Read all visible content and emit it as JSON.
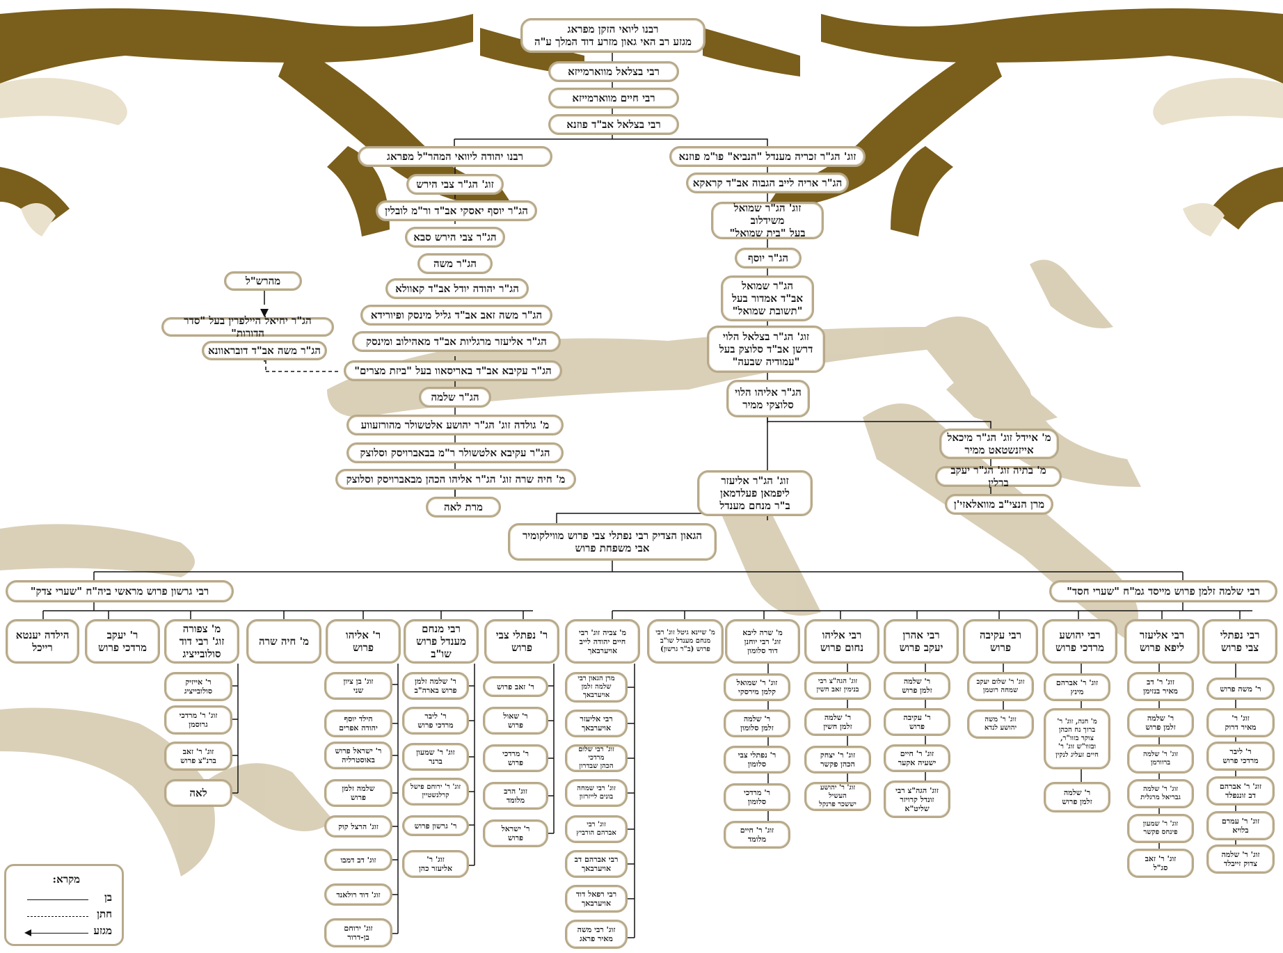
{
  "colors": {
    "branch_dark": "#7a5e1b",
    "branch_light": "#d8cdb4",
    "node_border": "#b7a98a",
    "line": "#111111"
  },
  "legend": {
    "title": "מקרא:",
    "son": "בן",
    "son_in_law": "חתן",
    "descent": "מגזע"
  },
  "nodes": {
    "n1": "רבנו ליואי הזקן מפראג\nמגזע רב האי גאון מזרע דוד המלך ע\"ה",
    "n2": "רבי בצלאל מווארמייזא",
    "n3": "רבי חיים מווארמייזא",
    "n4": "רבי בצלאל אב\"ד פוזנא",
    "l1": "רבנו יהודה ליוואי המהר\"ל מפראג",
    "l2": "זוג' הג\"ר צבי הירש",
    "l3": "הג\"ר יוסף יאסקי אב\"ד ור\"מ לובלין",
    "l4": "הג\"ר צבי הירש סבא",
    "l5": "הג\"ר משה",
    "l6": "הג\"ר יהודה יודל אב\"ד קאוולא",
    "l7": "הג\"ר משה זאב אב\"ד גליל מינסק ופיורידא",
    "l8": "הג\"ר אליעזר מרגליות אב\"ד מאהילוב ומינסק",
    "l9": "הג\"ר עקיבא אב\"ד באריסאוו בעל \"ביזת מצרים\"",
    "l10": "הג\"ר שלמה",
    "l11": "מ' גולדה זוג' הג\"ר יהושע אלטשולר מהורזעווע",
    "l12": "הג\"ר עקיבא אלטשולר ר\"מ בבאברויסק וסלוצק",
    "l13": "מ' חיה שרה זוג' הג\"ר אליהו הכהן מבאברויסק וסלוצק",
    "l14": "מרת לאה",
    "m1": "מהרש\"ל",
    "m2": "הג\"ר יחיאל היילפרין בעל \"סדר הדורות\"",
    "m3": "הג\"ר משה אב\"ד דובראוונא",
    "r1": "זוג' הג\"ר זכריה מענדל \"הנביא\" פו\"מ פוזנא",
    "r2": "הג\"ר אריה לייב הגבוה אב\"ד קראקא",
    "r3": "זוג' הג\"ר שמואל משידלוב\nבעל \"בית שמואל\"",
    "r4": "הג\"ר יוסף",
    "r5": "הג\"ר שמואל\nאב\"ד אמדור בעל\n\"תשובת שמואל\"",
    "r6": "זוג' הג\"ר בצלאל הלוי\nדרשן אב\"ד סלוצק בעל\n\"עמודיה שבעה\"",
    "r7": "הג\"ר אליהו הלוי\nסלוצקי ממיר",
    "r8": "זוג' הג\"ר אליעזר\nליפמאן פעלדמאן\nב\"ר מנחם מענדל",
    "e1": "מ' איידל זוג' הג\"ר מיכאל\nאייזנשטאט ממיר",
    "e2": "מ' בתיה זוג' הג\"ר יעקב ברלין",
    "e3": "מרן הנצי\"ב מוואלאזי'ן",
    "c1": "הגאון הצדיק רבי נפתלי צבי פרוש מווילקומיר\nאבי משפחת פרוש",
    "g1": "רבי גרשון פרוש מראשי ביה\"ח \"שערי צדק\"",
    "g2": "רבי שלמה זלמן פרוש מייסד גמ\"ח \"שערי חסד\"",
    "a1": "הילדה יענטא\nרייכל",
    "a2": "ר' יעקב\nמרדכי פרוש",
    "a3": "מ' צפורה\nזוג' רבי דוד\nסולובייציג",
    "a4": "מ' חיה שרה",
    "a5": "ר' אליהו\nפרוש",
    "a6": "רבי מנחם\nמענדל פרוש\nשו\"ב",
    "a7": "ר' נפתלי צבי\nפרוש",
    "a8": "מ' צביה זוג' רבי\nחיים יהודה לייב\nאויערבאך",
    "a9": "מ' שיינא גיטל זוג' רבי\nמנחם מענדל שו\"ב\nפרוש (ב\"ר גרשון)",
    "a10": "מ' שרה ליבא\nזוג' רבי יוחנן\nדוד סלומון",
    "a11": "רבי אליהו\nנחום פרוש",
    "a12": "רבי אהרן\nיעקב פרוש",
    "a13": "רבי עקיבה\nפרוש",
    "a14": "רבי יהושע\nמרדכי פרוש",
    "a15": "רבי אליעזר\nליפא פרוש",
    "a16": "רבי נפתלי\nצבי פרוש",
    "b1": "ר' אייזיק\nסולובייציג",
    "b2": "זוג' ר' מרדכי\nגרוסמן",
    "b3": "זוג' ר' זאב\nברנ\"צ פרוש",
    "b4": "לאה",
    "d1": "זוג' בן ציון\nשני",
    "d2": "הילד יוסף\nיהודה אפרים",
    "d3": "ר' ישראל פרוש\nבאוסטרליה",
    "d4": "שלמה זלמן\nפרוש",
    "d5": "זוג' הרצל קוק",
    "d6": "זוג' דב דמבו",
    "d7": "זוג' דוד רולאנד",
    "d8": "זוג' ירוחם\nבן-דרור",
    "f1": "ר' שלמה זלמן\nפרוש בארה\"ב",
    "f2": "ר' ליבר\nמרדכי פרוש",
    "f3": "זוג' ר' שמעון\nברנר",
    "f4": "זוג' ר' ירוחם פישל\nקרלנשטיין",
    "f5": "ר' גרשון פרוש",
    "f6": "זוג' ר'\nאליעזר כהן",
    "h1": "ר' זאב פרוש",
    "h2": "ר' שאול\nפרוש",
    "h3": "ר' מרדכי\nפרוש",
    "h4": "זוג' הרב\nמלומד",
    "h5": "ר' ישראל\nפרוש",
    "i1": "מרן הגאון רבי\nשלמה זלמן\nאויערבאך",
    "i2": "רבי אליעזר\nאויערבאך",
    "i3": "זוג' רבי שלום מרדכי\nהכהן שבדרון",
    "i4": "זוג' רבי שמחה\nבונים לייזרזון",
    "i5": "זוג' רבי\nאברהם הורביץ",
    "i6": "רבי אברהם דב\nאויערבאך",
    "i7": "רבי רפאל דוד\nאויערבאך",
    "i8": "זוג' רבי משה\nמאיר פראג",
    "j1": "זוג' ר' שמואל\nקלמן מירסקי",
    "j2": "ר' שלמה\nזלמן סלומון",
    "j3": "ר' נפתלי צבי\nסלומון",
    "j4": "ר' מרדכי\nסלומון",
    "j5": "זוג' ר' חיים\nמלומד",
    "k1": "זוג' הגה\"צ רבי\nבנימין זאב חשין",
    "k2": "ר' שלמה\nזלמן חשין",
    "k3": "זוג' ר' יצחק\nהכהן פקשר",
    "k4": "זוג' ר' יהושע העשיל\nיששכר פרנקל",
    "o1": "ר' שלמה\nזלמן פרוש",
    "o2": "ר' עקיבה\nפרוש",
    "o3": "זוג' ר' חיים\nישעיה אקער",
    "o4": "זוג' הגה\"צ רבי\nזונדל קרויזר\nשליט\"א",
    "p1": "זוג' ר' שלום יעקב\nשמחה רוטמן",
    "p2": "זוג' ר' משה\nיהושע לנדא",
    "q1": "זוג' ר' אברהם\nמינץ",
    "q2": "מ' חנה, זוג' ר'\nברוך נח הכהן\nצוקר בזוו\"ר,\nובזוו\"ש זוג' ר'\nחיים זעליג לנקין",
    "q3": "ר' שלמה\nזלמן פרוש",
    "s1": "זוג' ר' דב\nמאיר בנזימן",
    "s2": "ר' שלמה\nזלמן פרוש",
    "s3": "זוג' ר' שלמה\nברוורמן",
    "s4": "זוג' ר' שלמה\nגבריאל מרגלית",
    "s5": "זוג' ר' שמעון\nפינחס פקשר",
    "s6": "זוג' ר' זאב\nסג\"ל",
    "t1": "ר' משה פרוש",
    "t2": "זוג' ר'\nמאיר דרוק",
    "t3": "ר' ליבר\nמרדכי פרוש",
    "t4": "זוג' ר' אברהם\nדב זוננפלד",
    "t5": "זוג' ר' עמרם\nבלויא",
    "t6": "זוג' ר' שלמה\nצדוק זייבלד"
  }
}
